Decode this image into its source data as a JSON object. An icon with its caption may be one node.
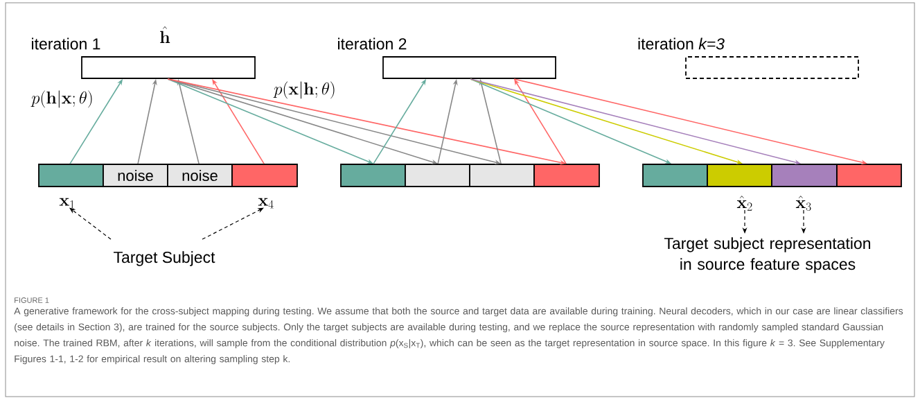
{
  "diagram": {
    "caption": "A generative framework for the cross-subject mapping during testing. We assume that both the source and target data are available during training. Neural decoders, which in our case are linear classifiers (see details in Section 3), are trained for the source subjects. Only the target subjects are available during testing, and we replace the source representation with randomly sampled standard Gaussian noise. The trained RBM, after *k* iterations, will sample from the conditional distribution *p*(x$_{S}$|x$_{T}$), which can be seen as the target representation in source space. In this figure *k* = 3. See Supplementary Figures 1-1, 1-2 for empirical result on altering sampling step k.",
    "nodes": [
      {
        "text": [],
        "shape": "box",
        "beside": [
          "iteration 1"
        ]
      },
      {
        "text": [],
        "shape": "box"
      },
      {
        "text": [
          "noise"
        ]
      },
      {
        "text": [
          "noise"
        ]
      },
      {
        "text": [],
        "shape": "box"
      },
      {
        "text": [],
        "shape": "box",
        "beside": [
          "iteration 2"
        ]
      },
      {
        "text": [],
        "shape": "box"
      },
      {
        "text": [],
        "shape": "box"
      },
      {
        "text": [],
        "shape": "box"
      },
      {
        "text": [],
        "shape": "box"
      },
      {
        "text": [],
        "shape": "box",
        "beside": [
          "iteration *k=3*"
        ]
      },
      {
        "text": [],
        "shape": "box"
      },
      {
        "text": [],
        "shape": "box"
      },
      {
        "text": [],
        "shape": "box"
      },
      {
        "text": [],
        "shape": "box"
      },
      {
        "text": [
          "\\mathbf{x}_1"
        ]
      },
      {
        "text": [
          "\\mathbf{x}_4"
        ]
      },
      {
        "text": [
          "Target Subject"
        ]
      },
      {
        "text": [
          "\\hat{\\mathbf{x}}_2"
        ]
      },
      {
        "text": [
          "\\hat{\\mathbf{x}}_3"
        ]
      },
      {
        "text": [
          "Target subject representation in source feature spaces"
        ]
      }
    ],
    "edges": [
      {
        "from": 1,
        "to": 0,
        "arrow": "to",
        "color": "#66ac9e"
      },
      {
        "from": 2,
        "to": 0,
        "arrow": "to"
      },
      {
        "from": 3,
        "to": 0,
        "arrow": "to"
      },
      {
        "from": 4,
        "to": 0,
        "arrow": "to",
        "color": "#ff6666"
      },
      {
        "from": 0,
        "to": 6,
        "arrow": "to",
        "color": "#66ac9e"
      },
      {
        "from": 0,
        "to": 7,
        "arrow": "to"
      },
      {
        "from": 0,
        "to": 8,
        "arrow": "to"
      },
      {
        "from": 0,
        "to": 9,
        "arrow": "to",
        "color": "#ff6666"
      },
      {
        "from": 6,
        "to": 5,
        "arrow": "to",
        "color": "#66ac9e"
      },
      {
        "from": 7,
        "to": 5,
        "arrow": "to"
      },
      {
        "from": 8,
        "to": 5,
        "arrow": "to"
      },
      {
        "from": 9,
        "to": 5,
        "arrow": "to",
        "color": "#ff6666"
      },
      {
        "from": 5,
        "to": 11,
        "arrow": "to",
        "color": "#66ac9e"
      },
      {
        "from": 5,
        "to": 12,
        "arrow": "to",
        "color": "#cccc00"
      },
      {
        "from": 5,
        "to": 13,
        "arrow": "to",
        "color": "#a680bb"
      },
      {
        "from": 5,
        "to": 14,
        "arrow": "to",
        "color": "#ff6666"
      },
      {
        "from": 17,
        "to": 15,
        "arrow": "to",
        "style": "dashed",
        "color": "#000000"
      },
      {
        "from": 17,
        "to": 16,
        "arrow": "to",
        "style": "dashed",
        "color": "#000000"
      },
      {
        "from": 18,
        "to": 20,
        "arrow": "to",
        "style": "dashed",
        "color": "#000000"
      },
      {
        "from": 19,
        "to": 20,
        "arrow": "to",
        "style": "dashed",
        "color": "#000000"
      }
    ],
    "labels": [
      "\\hat{\\mathbf{h}}",
      "p(\\mathbf{h}|\\mathbf{x};\\theta)",
      "p(\\mathbf{x}|\\mathbf{h};\\theta)",
      "FIGURE 1"
    ]
  }
}
